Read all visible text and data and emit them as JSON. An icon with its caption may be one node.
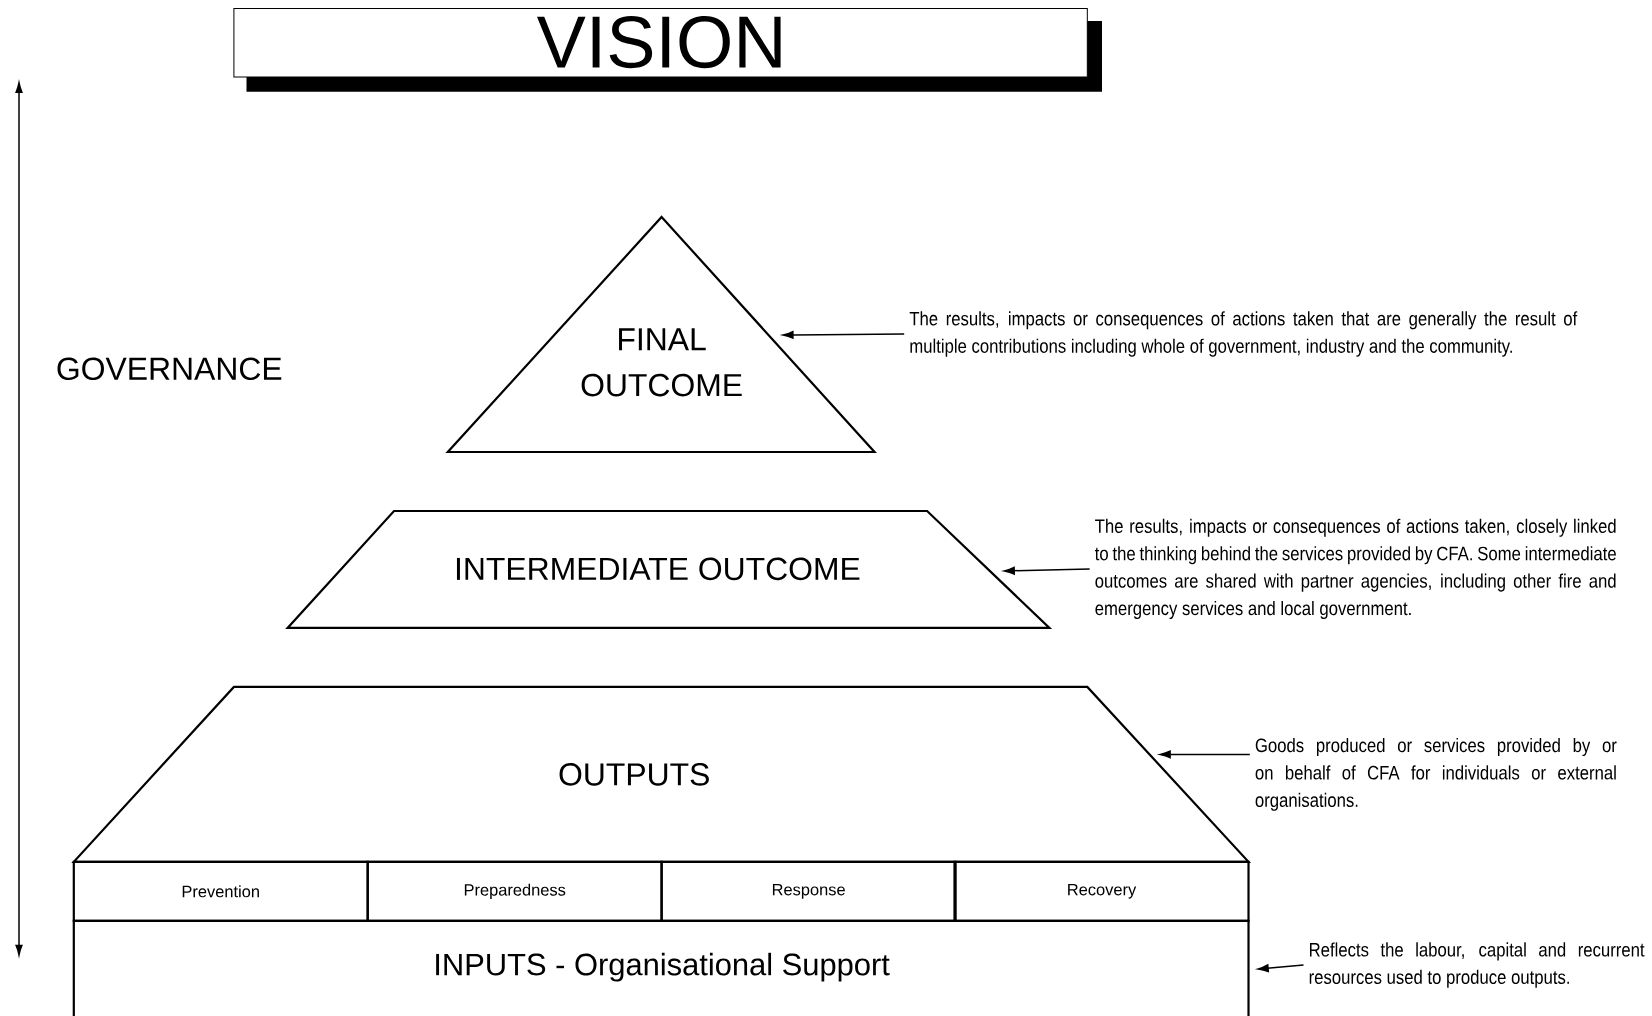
{
  "diagram": {
    "nodes": [
      {
        "text": [
          "VISION"
        ]
      },
      {
        "text": [
          "FINAL OUTCOME"
        ]
      },
      {
        "text": [
          "The results, impacts or consequences of actions taken that are generally the result of multiple contributions including whole of government, industry and the community."
        ]
      },
      {
        "text": [
          "INTERMEDIATE OUTCOME"
        ]
      },
      {
        "text": [
          "The results, impacts or consequences of actions taken, closely linked to the thinking behind the services provided by CFA.  Some intermediate outcomes are shared with partner agencies, including other fire and emergency services and local government."
        ]
      },
      {
        "text": [
          "OUTPUTS"
        ]
      },
      {
        "text": [
          "Goods produced or services provided by or on behalf of CFA for individuals or external organisations."
        ]
      },
      {
        "text": [
          "Prevention"
        ]
      },
      {
        "text": [
          "Preparedness"
        ]
      },
      {
        "text": [
          "Response"
        ]
      },
      {
        "text": [
          "Recovery"
        ]
      },
      {
        "text": [
          "INPUTS - Organisational Support"
        ]
      },
      {
        "text": [
          "Reflects the labour, capital and recurrent resources used to produce outputs."
        ]
      }
    ],
    "edges": [
      {
        "from": 2,
        "to": 1,
        "arrow": "to"
      },
      {
        "from": 4,
        "to": 3,
        "arrow": "to"
      },
      {
        "from": 6,
        "to": 5,
        "arrow": "to"
      },
      {
        "from": 12,
        "to": 11,
        "arrow": "to"
      }
    ],
    "labels": [
      "GOVERNANCE"
    ]
  }
}
